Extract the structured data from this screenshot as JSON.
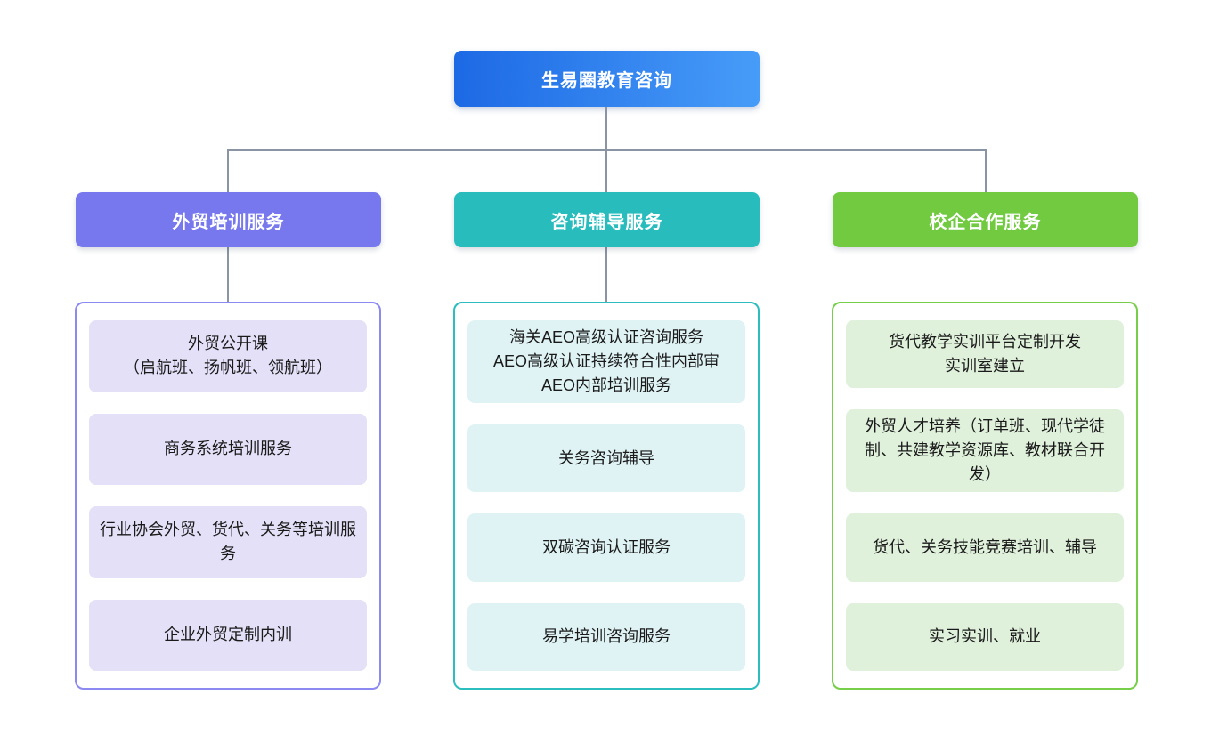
{
  "page": {
    "background": "#ffffff"
  },
  "connector_color": "#8a94a2",
  "root_node": {
    "label": "生易圈教育咨询",
    "gradient_start": "#1D69E5",
    "gradient_end": "#479CF8",
    "text_color": "#ffffff"
  },
  "branches": [
    {
      "label": "外贸培训服务",
      "colors": {
        "header_bg": "#7778EE",
        "container_border": "#8C8AF2",
        "item_bg": "#E3E0F7"
      },
      "items": [
        "外贸公开课\n（启航班、扬帆班、领航班）",
        "商务系统培训服务",
        "行业协会外贸、货代、关务等培训服务",
        "企业外贸定制内训"
      ]
    },
    {
      "label": "咨询辅导服务",
      "colors": {
        "header_bg": "#29BCBD",
        "container_border": "#2CBDBE",
        "item_bg": "#DFF3F5"
      },
      "items": [
        "海关AEO高级认证咨询服务\nAEO高级认证持续符合性内部审\nAEO内部培训服务",
        "关务咨询辅导",
        "双碳咨询认证服务",
        "易学培训咨询服务"
      ]
    },
    {
      "label": "校企合作服务",
      "colors": {
        "header_bg": "#71CA40",
        "container_border": "#76CE49",
        "item_bg": "#DFF0DB"
      },
      "items": [
        "货代教学实训平台定制开发\n实训室建立",
        "外贸人才培养（订单班、现代学徒制、共建教学资源库、教材联合开发）",
        "货代、关务技能竞赛培训、辅导",
        "实习实训、就业"
      ]
    }
  ]
}
